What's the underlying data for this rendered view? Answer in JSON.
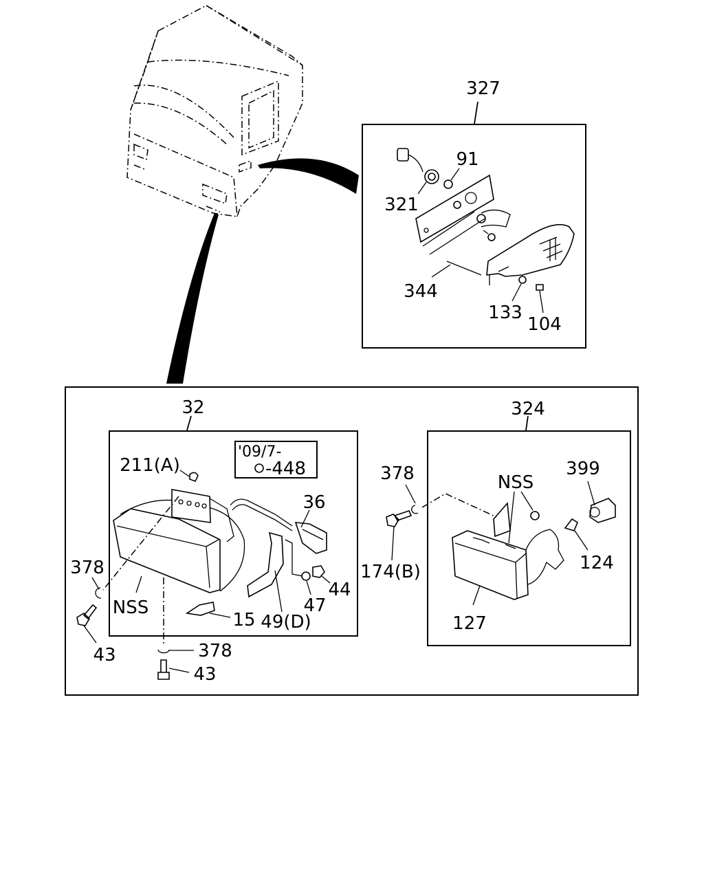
{
  "diagram": {
    "labels": {
      "assy_side_lamp": "327",
      "bulb_socket": "321",
      "bulb_small": "91",
      "gasket_plate": "344",
      "washer_side": "133",
      "screw_side": "104",
      "assy_fog_lamp_left": "32",
      "date_code": "'09/7-",
      "part_448": "-448",
      "bracket_211": "211(A)",
      "connector_36": "36",
      "washer_378_left": "378",
      "nss_left": "NSS",
      "bolt_43_left": "43",
      "bulb_15": "15",
      "bracket_49": "49(D)",
      "washer_47": "47",
      "nut_44": "44",
      "washer_378_bottom": "378",
      "bolt_43_bottom": "43",
      "assy_fog_lamp_right": "324",
      "washer_378_right": "378",
      "bolt_174": "174(B)",
      "nss_right": "NSS",
      "socket_399": "399",
      "bulb_124": "124",
      "lamp_127": "127"
    }
  }
}
